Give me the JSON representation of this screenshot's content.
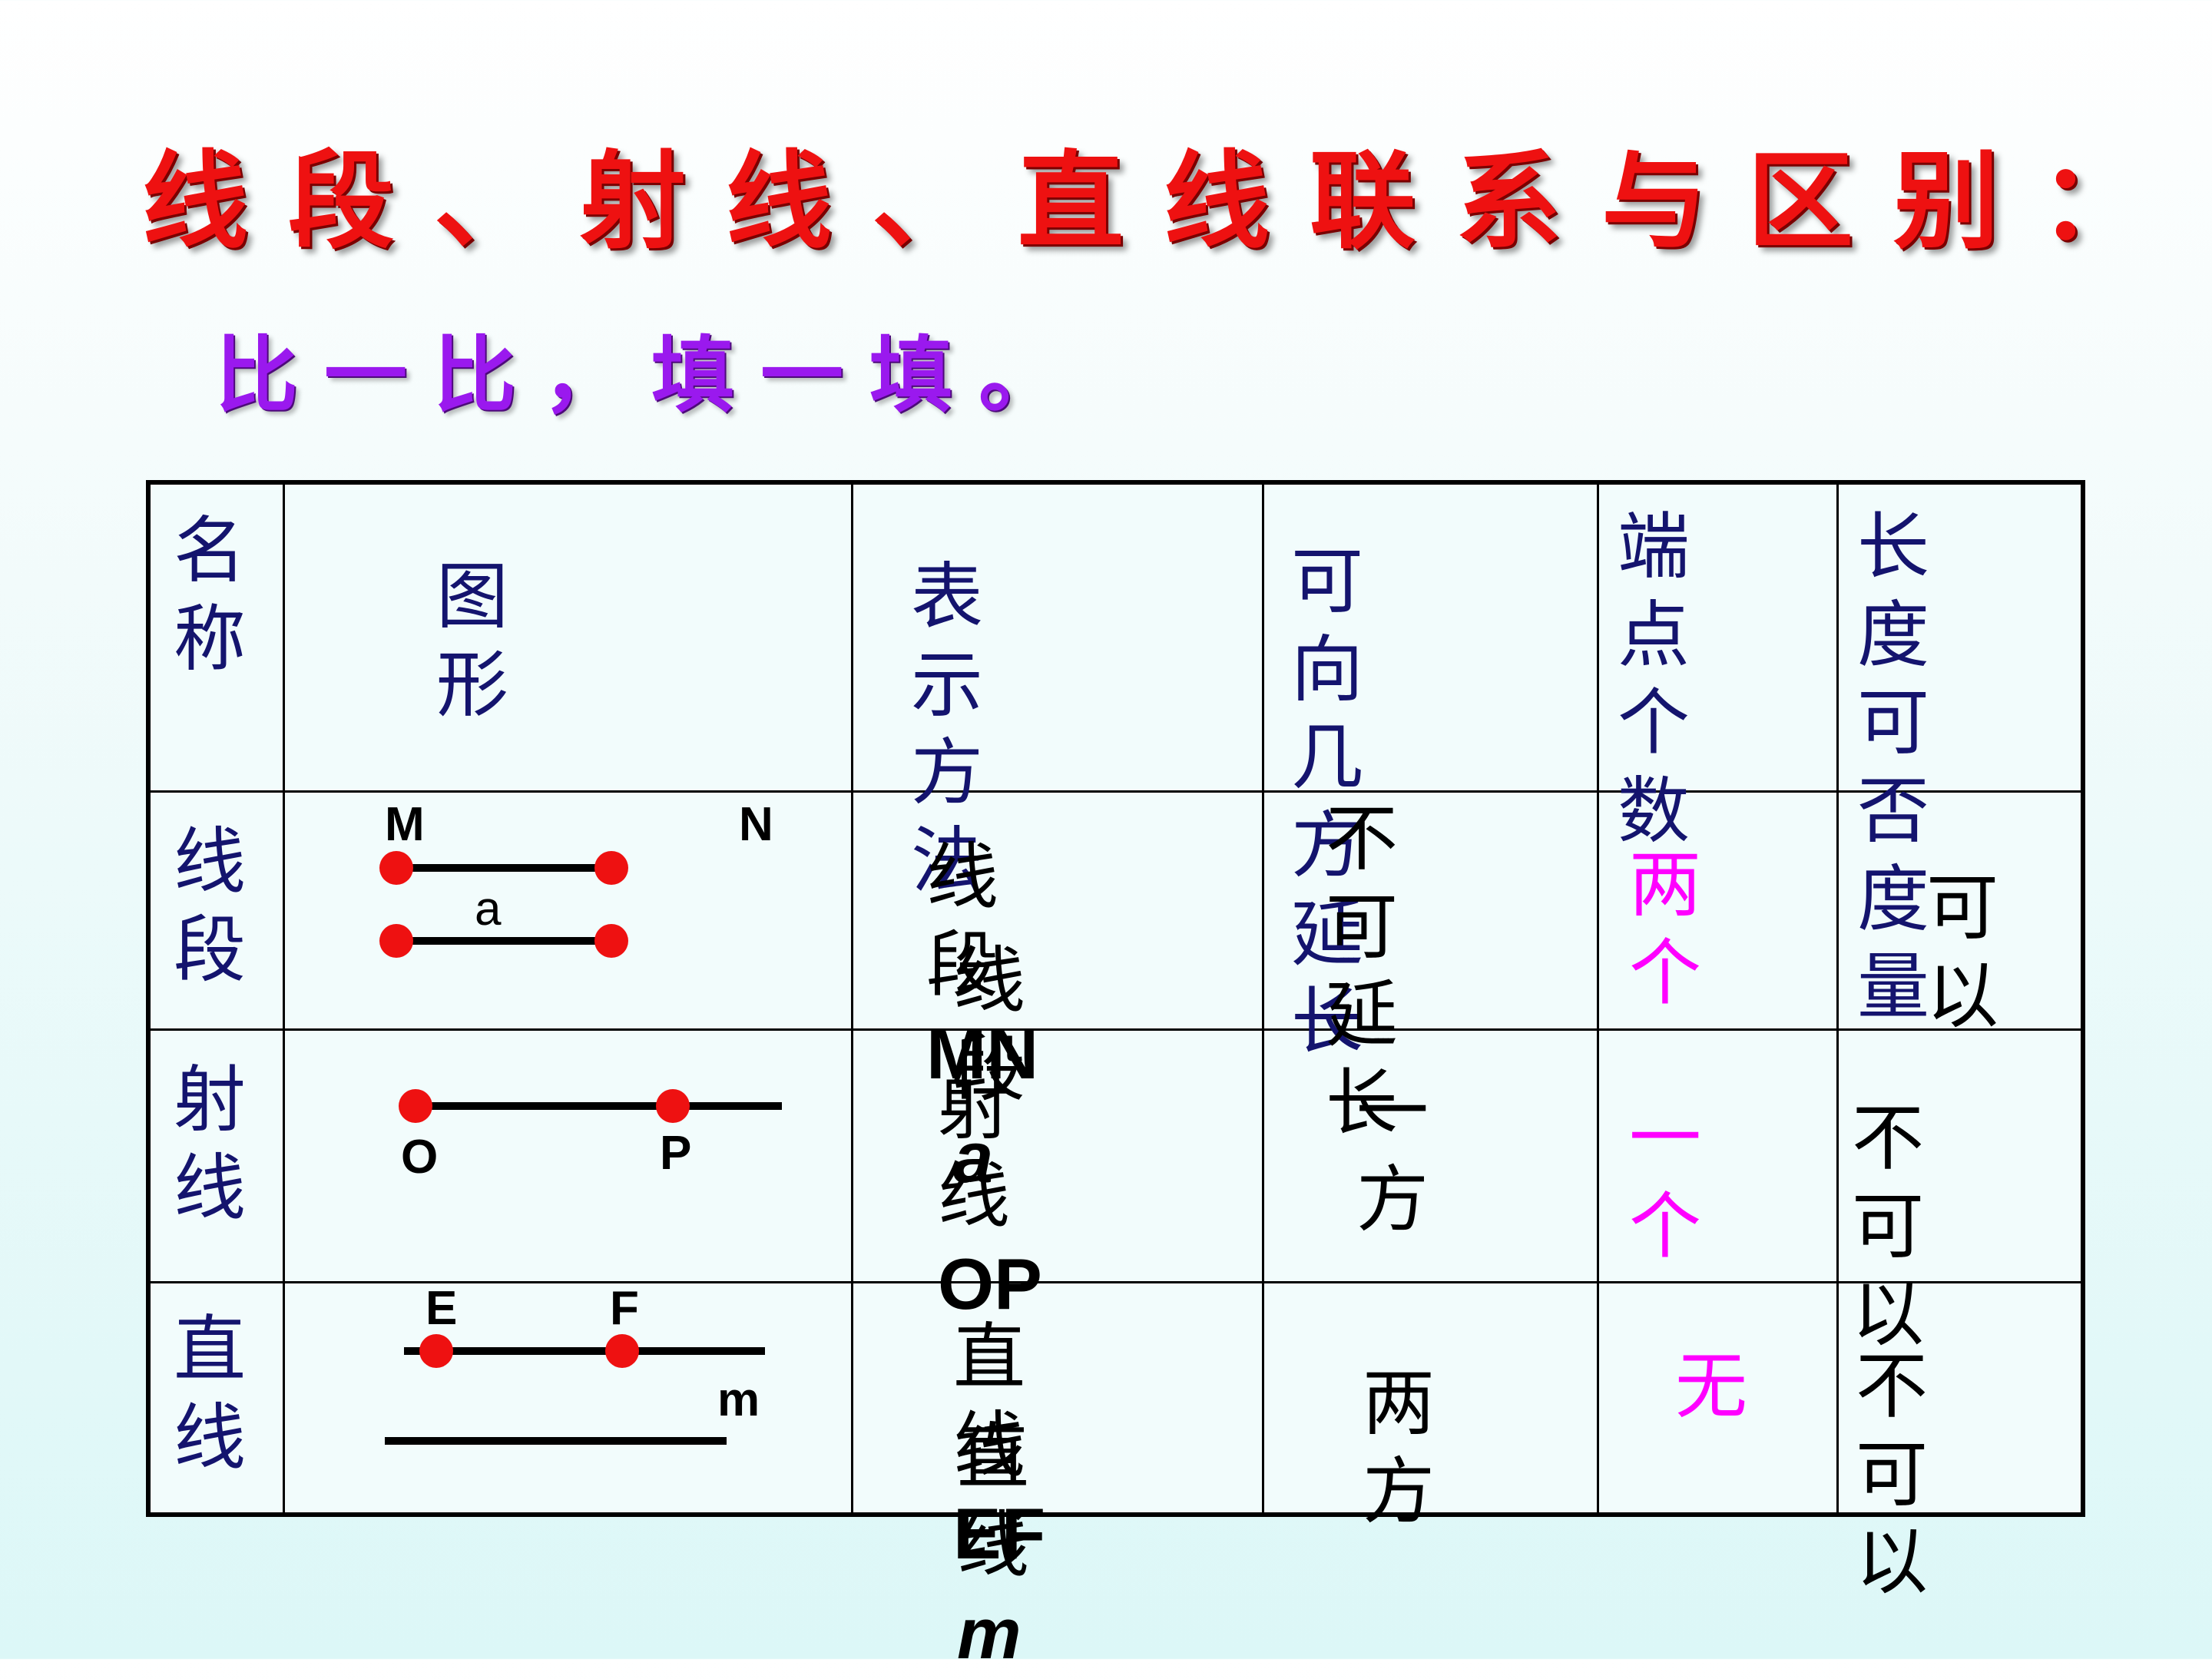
{
  "title": "线段、射线、直线联系与区别：",
  "subtitle": "比一比，填一填。",
  "headers": {
    "name": "名\n称",
    "figure": "图　　形",
    "notation": "表示方法",
    "extend": "可向几\n方延长",
    "endpoints": "端点\n个数",
    "measurable": "长度\n可否\n度量"
  },
  "rows": {
    "segment": {
      "name": "线\n段",
      "notation_1": "线段",
      "notation_1_sym": "MN",
      "notation_2": "线段 ",
      "notation_2_sym": "a",
      "extend": "不可延\n长",
      "endpoints": "两个",
      "measurable": "可以",
      "fig_labels": {
        "m": "M",
        "n": "N",
        "a": "a"
      }
    },
    "ray": {
      "name": "射\n线",
      "notation_1": "射线",
      "notation_1_sym": "OP",
      "extend": "一方",
      "endpoints": "一个",
      "measurable": "不可以",
      "fig_labels": {
        "o": "O",
        "p": "P"
      }
    },
    "line": {
      "name": "直\n线",
      "notation_1": "直线",
      "notation_1_sym": "EF",
      "notation_2": "直线 ",
      "notation_2_sym": "m",
      "extend": "两方",
      "endpoints": "无",
      "measurable": "不可以",
      "fig_labels": {
        "e": "E",
        "f": "F",
        "m": "m"
      }
    }
  },
  "colors": {
    "title": "#ee1111",
    "subtitle": "#9a19ee",
    "header_text": "#14146e",
    "answer_highlight": "#ff00ff",
    "point": "#ee1111"
  }
}
